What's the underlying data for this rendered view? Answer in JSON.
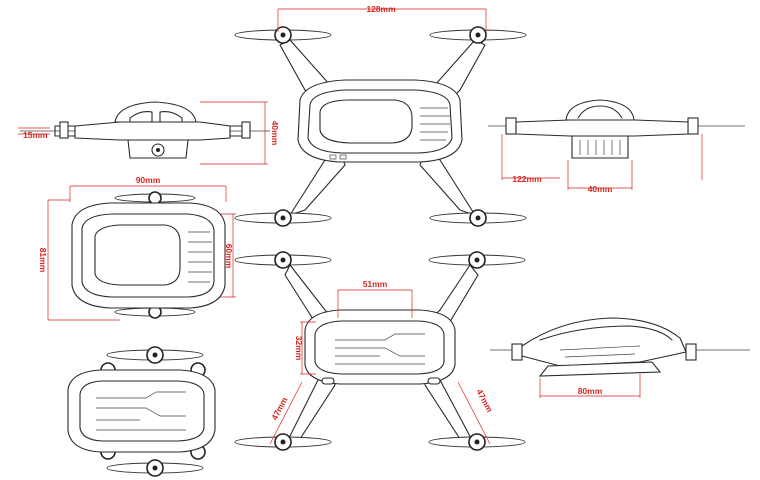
{
  "dimensions": {
    "top_span": "128mm",
    "side_height": "40mm",
    "side_prop": "15mm",
    "front_span": "122mm",
    "front_body": "40mm",
    "body_length": "90mm",
    "body_width_outer": "81mm",
    "body_width_inner": "60mm",
    "bottom_width": "51mm",
    "bottom_length": "32mm",
    "arm_left": "47mm",
    "arm_right": "47mm",
    "profile_length": "80mm"
  },
  "colors": {
    "dimension": "#d8261f",
    "line": "#2a2a2a",
    "background": "#ffffff"
  }
}
